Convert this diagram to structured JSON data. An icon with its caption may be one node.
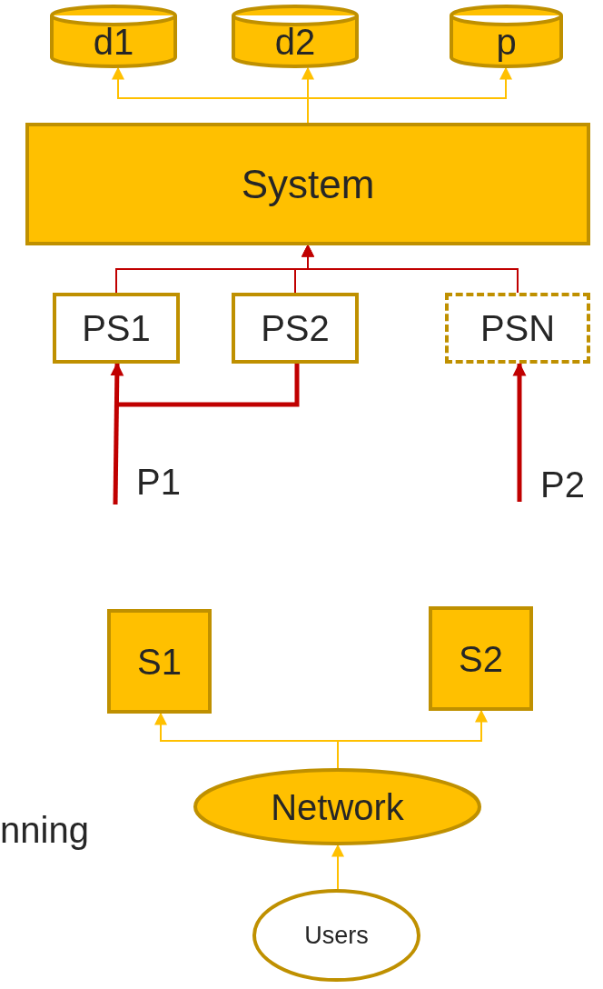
{
  "diagram": {
    "nodes": [
      {
        "text": [
          "d1"
        ]
      },
      {
        "text": [
          "d2"
        ]
      },
      {
        "text": [
          "p"
        ]
      },
      {
        "text": [
          "System"
        ]
      },
      {
        "text": [
          "PS1"
        ]
      },
      {
        "text": [
          "PS2"
        ]
      },
      {
        "text": [
          "PSN"
        ]
      },
      {
        "text": [
          "S1"
        ]
      },
      {
        "text": [
          "S2"
        ]
      },
      {
        "text": [
          "Network"
        ]
      },
      {
        "text": [
          "Users"
        ]
      }
    ],
    "edges": [
      {
        "from": 3,
        "to": 0,
        "arrow": "to",
        "color": "#ffc000"
      },
      {
        "from": 3,
        "to": 1,
        "arrow": "to",
        "color": "#ffc000"
      },
      {
        "from": 3,
        "to": 2,
        "arrow": "to",
        "color": "#ffc000"
      },
      {
        "from": 4,
        "to": 3,
        "arrow": "to",
        "color": "#c00000"
      },
      {
        "from": 5,
        "to": 3,
        "arrow": "to",
        "color": "#c00000"
      },
      {
        "from": 6,
        "to": 3,
        "arrow": "to",
        "color": "#c00000"
      },
      {
        "from": null,
        "to": 4,
        "arrow": "to",
        "style": "thick",
        "color": "#c00000"
      },
      {
        "from": null,
        "to": 5,
        "arrow": "none",
        "style": "thick",
        "color": "#c00000"
      },
      {
        "from": null,
        "to": 6,
        "arrow": "to",
        "style": "thick",
        "color": "#c00000"
      },
      {
        "from": 9,
        "to": 7,
        "arrow": "to",
        "color": "#ffc000"
      },
      {
        "from": 9,
        "to": 8,
        "arrow": "to",
        "color": "#ffc000"
      },
      {
        "from": 10,
        "to": 9,
        "arrow": "to",
        "color": "#ffc000"
      }
    ],
    "labels": [
      "P1",
      "P2",
      "nning"
    ]
  }
}
